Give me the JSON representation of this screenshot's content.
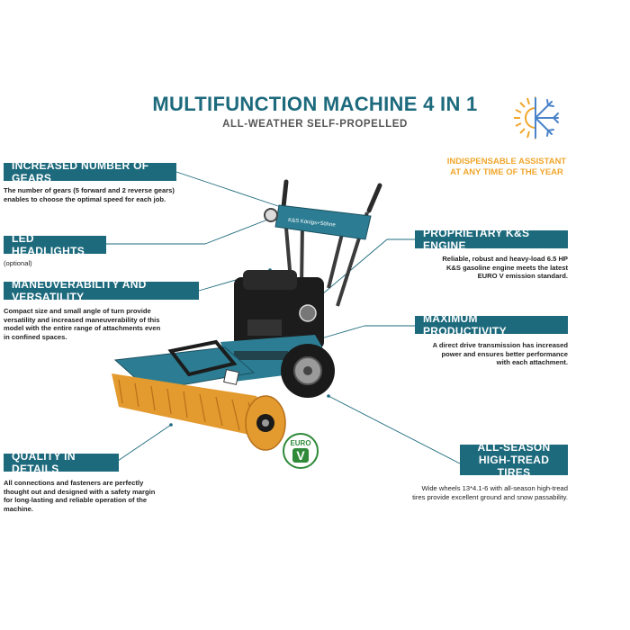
{
  "header": {
    "title": "MULTIFUNCTION MACHINE 4 IN 1",
    "subtitle": "ALL-WEATHER SELF-PROPELLED"
  },
  "assistant": {
    "line1": "INDISPENSABLE ASSISTANT",
    "line2": "AT ANY TIME OF THE YEAR",
    "icon": "sun-snowflake-icon"
  },
  "features": {
    "gears": {
      "title": "INCREASED NUMBER OF GEARS",
      "text": [
        "The number of gears (5 forward and 2 reverse gears)",
        "enables to choose the optimal speed for each job."
      ]
    },
    "led": {
      "title": "LED HEADLIGHTS",
      "text": [
        "(optional)"
      ]
    },
    "maneuver": {
      "title": "MANEUVERABILITY AND VERSATILITY",
      "text": [
        "Compact size and small angle of turn provide",
        "versatility and increased maneuverability of this",
        "model with the entire range of attachments even",
        "in confined spaces."
      ]
    },
    "quality": {
      "title": "QUALITY IN DETAILS",
      "text": [
        "All connections and fasteners are perfectly",
        "thought out and designed with a safety margin",
        "for long-lasting and reliable operation of the",
        "machine."
      ]
    },
    "engine": {
      "title": "PROPRIETARY K&S ENGINE",
      "text": [
        "Reliable, robust and heavy-load 6.5 HP",
        "K&S gasoline engine meets the latest",
        "EURO V emission standard."
      ]
    },
    "productivity": {
      "title": "MAXIMUM PRODUCTIVITY",
      "text": [
        "A direct drive transmission has increased",
        "power and ensures better performance",
        "with each attachment."
      ]
    },
    "tires": {
      "title_line1": "ALL-SEASON",
      "title_line2": "HIGH-TREAD TIRES",
      "text": [
        "Wide wheels 13*4.1-6 with all-season high-tread",
        "tires provide excellent ground and snow passability."
      ]
    }
  },
  "product": {
    "brand_label": "K&S Königs+Söhne",
    "euro_badge_top": "EURO",
    "euro_badge_mark": "V"
  },
  "colors": {
    "accent": "#1d6a7d",
    "machine_body": "#2c7d93",
    "brush": "#e39a2e",
    "assistant_text": "#f0a62b",
    "snowflake": "#4a83c9"
  }
}
